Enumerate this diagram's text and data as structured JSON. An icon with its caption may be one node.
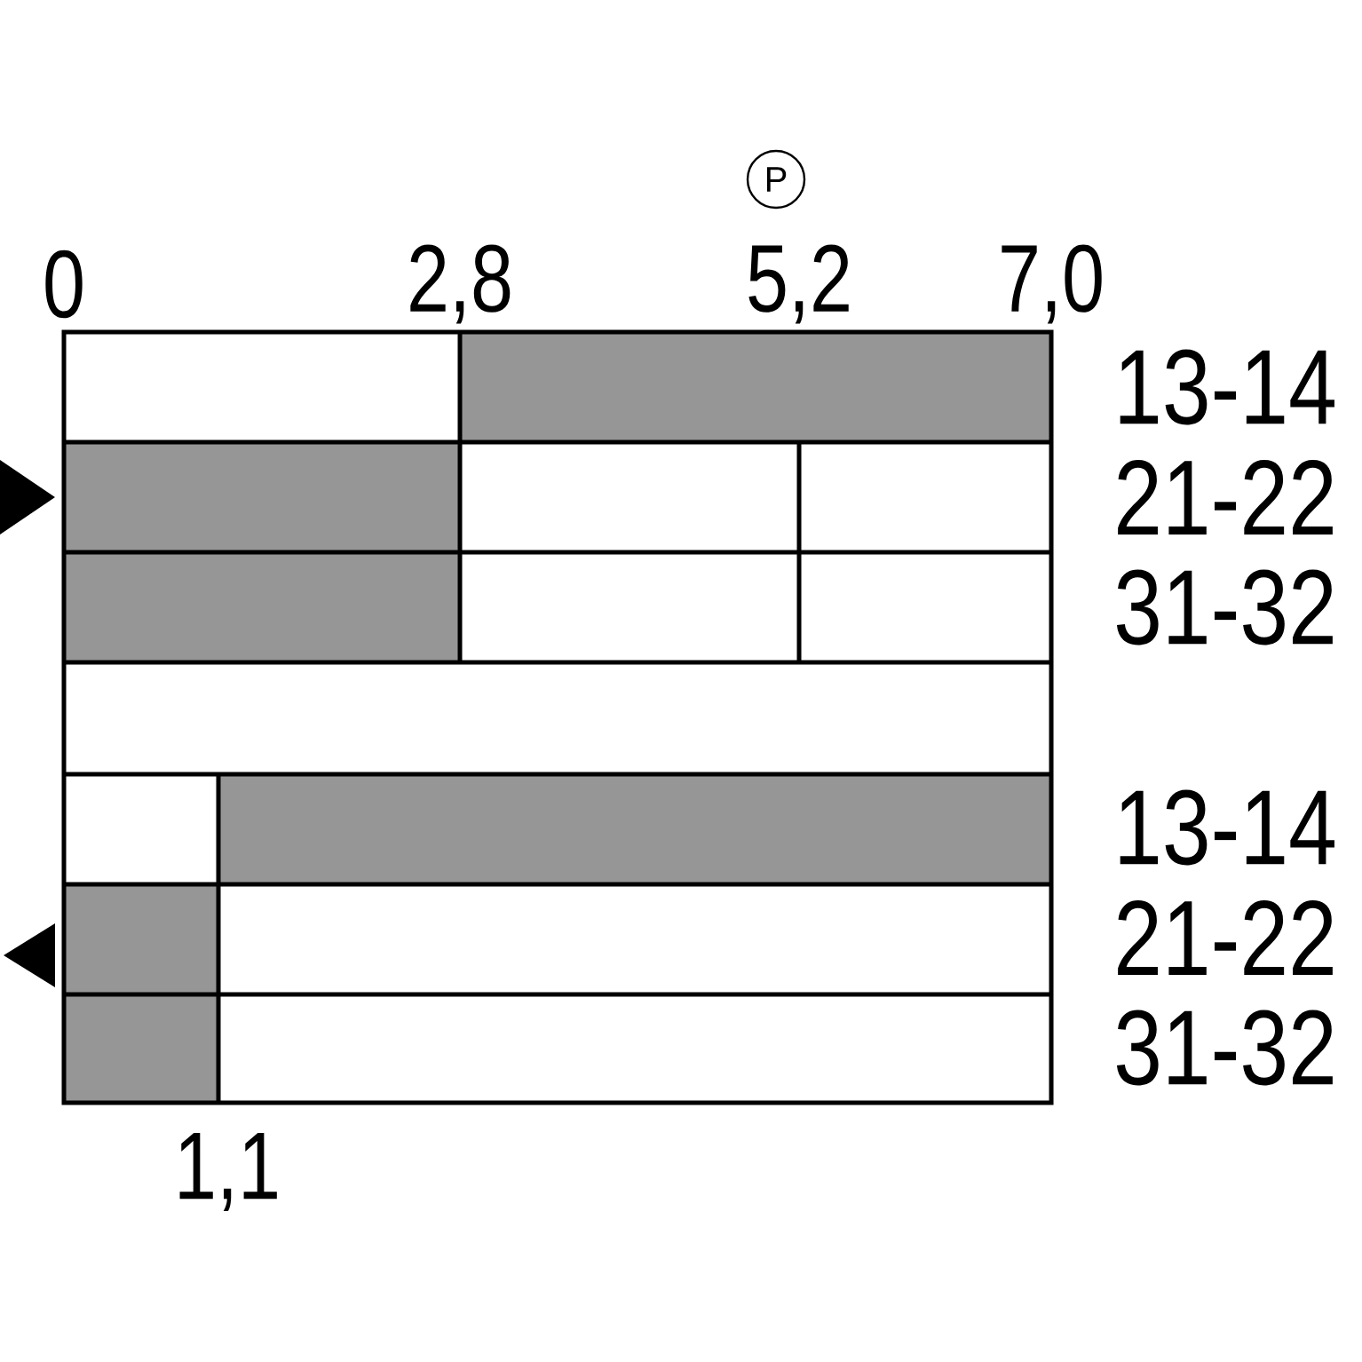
{
  "diagram": {
    "labels": [
      "P",
      "0",
      "2,8",
      "5,2",
      "7,0",
      "13-14",
      "21-22",
      "31-32",
      "13-14",
      "21-22",
      "31-32",
      "1,1"
    ]
  }
}
